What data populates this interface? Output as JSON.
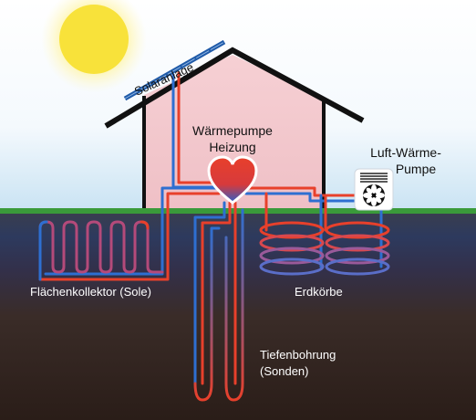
{
  "labels": {
    "solar": "Solaranlage",
    "heatpump_line1": "Wärmepumpe",
    "heatpump_line2": "Heizung",
    "air_line1": "Luft-Wärme-",
    "air_line2": "Pumpe",
    "flat_collector": "Flächenkollektor (Sole)",
    "earth_baskets": "Erdkörbe",
    "borehole_line1": "Tiefenbohrung",
    "borehole_line2": "(Sonden)"
  },
  "icons": [
    "sun-icon",
    "heart-icon",
    "fan-icon",
    "solar-panel-icon"
  ],
  "colors": {
    "hot_pipe": "#e8402b",
    "cold_pipe": "#2e6fd1",
    "grass": "#3a9a3a",
    "house_wall": "#f3c7cc",
    "soil_top": "#2f3a56",
    "soil_bottom": "#2a1e18",
    "sun": "#f8e23a"
  }
}
